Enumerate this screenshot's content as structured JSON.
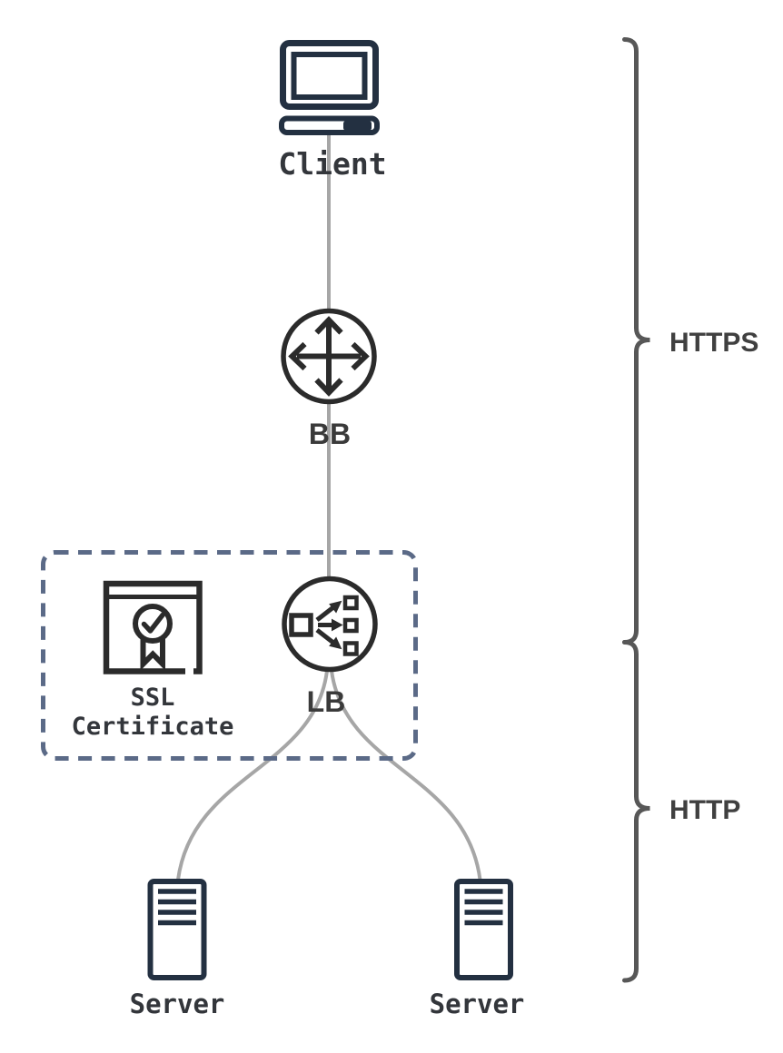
{
  "diagram": {
    "nodes": {
      "client": {
        "label": "Client"
      },
      "backbone": {
        "label": "BB"
      },
      "load_balancer": {
        "label": "LB"
      },
      "ssl_certificate": {
        "line1": "SSL",
        "line2": "Certificate"
      },
      "server_left": {
        "label": "Server"
      },
      "server_right": {
        "label": "Server"
      }
    },
    "braces": {
      "https": {
        "label": "HTTPS"
      },
      "http": {
        "label": "HTTP"
      }
    },
    "colors": {
      "navy_icon": "#233041",
      "dark_icon": "#2b2b2b",
      "connector_gray": "#a6a6a6",
      "brace_gray": "#575757",
      "dashed_border": "#5b6a87",
      "background": "#ffffff"
    }
  }
}
